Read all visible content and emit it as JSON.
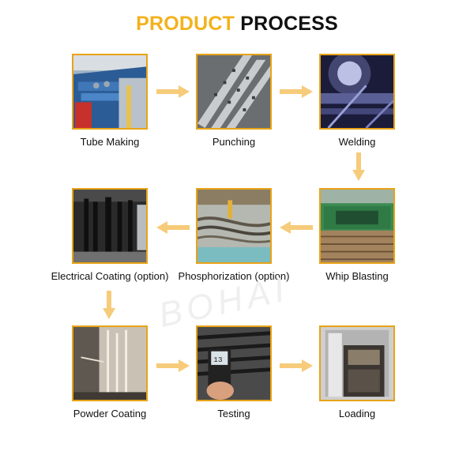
{
  "title": {
    "part1": "PRODUCT",
    "part2": "PROCESS"
  },
  "accent_color": "#F3B21C",
  "arrow_color": "#F6CB7A",
  "steps": [
    {
      "label": "Tube Making",
      "image": "tube-making-machine-photo"
    },
    {
      "label": "Punching",
      "image": "punched-steel-rails-photo"
    },
    {
      "label": "Welding",
      "image": "welding-sparks-photo"
    },
    {
      "label": "Whip Blasting",
      "image": "blasting-machine-photo"
    },
    {
      "label": "Phosphorization (option)",
      "image": "phosphorization-tank-photo"
    },
    {
      "label": "Electrical Coating (option)",
      "image": "electrical-coating-line-photo"
    },
    {
      "label": "Powder Coating",
      "image": "powder-coating-booth-photo"
    },
    {
      "label": "Testing",
      "image": "coating-thickness-gauge-photo"
    },
    {
      "label": "Loading",
      "image": "container-loading-photo"
    }
  ]
}
